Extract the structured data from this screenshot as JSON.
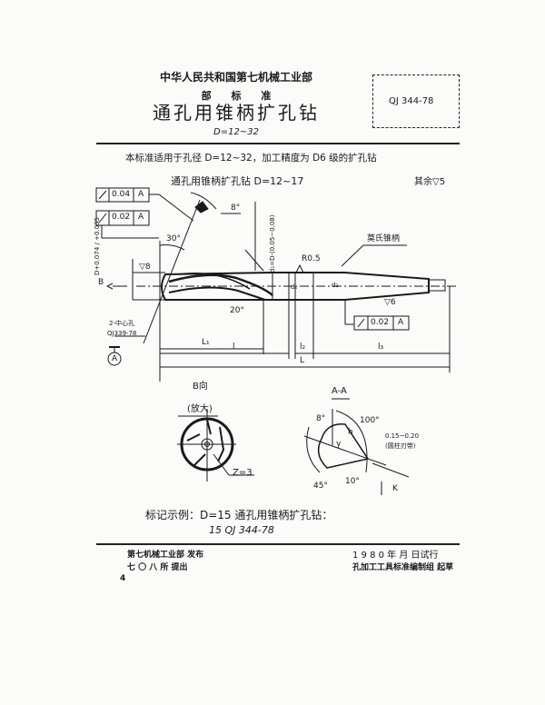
{
  "header": {
    "ministry": "中华人民共和国第七机械工业部",
    "standard_type": "部 标 准",
    "title": "通孔用锥柄扩孔钻",
    "range": "D=12~32",
    "code": "QJ 344-78"
  },
  "intro": "本标准适用于孔径 D=12~32，加工精度为 D6 级的扩孔钻",
  "subtitle": "通孔用锥柄扩孔钻  D=12~17",
  "roughness_rest": "其余▽5",
  "drawing": {
    "tol_frame_1": [
      "0.04",
      "A"
    ],
    "tol_frame_2": [
      "0.02",
      "A"
    ],
    "tol_frame_3": [
      "0.02",
      "A"
    ],
    "angle_8": "8°",
    "angle_30": "30°",
    "angle_20": "20°",
    "diam_tol": "D+0.074 / +0.035",
    "roughness_8": "▽8",
    "roughness_6": "▽6",
    "d_label": "d₁=D-(0.05~0.08)",
    "r05": "R0.5",
    "morse": "莫氏锥柄",
    "center_hole": "2-中心孔",
    "center_std": "QJ339-78",
    "datum": "A",
    "view_b_arrow": "B",
    "dims": {
      "L1": "L₁",
      "l": "l",
      "l2": "l₂",
      "l3": "l₃",
      "L": "L",
      "d1": "d₁",
      "d2": "d₂"
    },
    "section_b_title": "B向",
    "section_b_note": "(放大)",
    "z": "Z=3",
    "section_aa_title": "A-A",
    "aa_angle_8": "8°",
    "aa_angle_100": "100°",
    "aa_angle_45": "45°",
    "aa_angle_10": "10°",
    "aa_h": "h",
    "aa_gamma": "γ",
    "aa_land": "0.15~0.20",
    "aa_land_note": "(圆柱刃带)",
    "aa_k": "K"
  },
  "example": {
    "line1": "标记示例：D=15 通孔用锥柄扩孔钻：",
    "line2": "15 QJ 344-78"
  },
  "footer": {
    "issuer": "第七机械工业部  发布",
    "proposer": "七 〇 八 所  提出",
    "page": "4",
    "date": "1 9 8 0 年   月   日试行",
    "drafter": "孔加工工具标准编制组 起草"
  }
}
